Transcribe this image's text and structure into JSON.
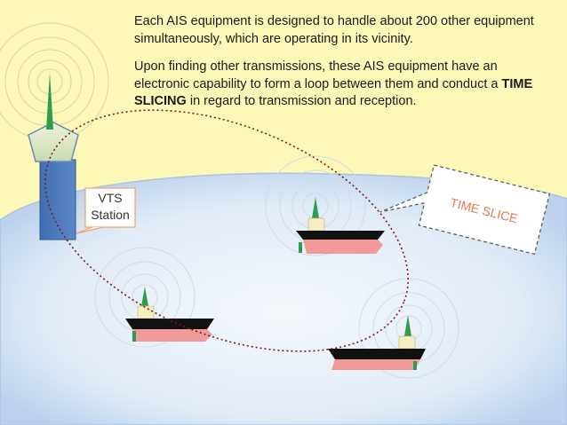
{
  "text": {
    "para1": "Each AIS equipment is designed to handle about 200 other equipment simultaneously, which are operating in its vicinity.",
    "para2_before": "Upon finding other transmissions, these AIS equipment have an electronic capability to form a loop between them and conduct a ",
    "para2_bold": "TIME SLICING",
    "para2_after": " in regard to transmission and reception."
  },
  "callouts": {
    "vts_line1": "VTS",
    "vts_line2": "Station",
    "time_slice": "TIME SLICE"
  },
  "colors": {
    "background": "#fdf7b8",
    "sea": "#dce9f5",
    "sea_edge": "#a9c4e2",
    "tower": "#4f7cbf",
    "ship_hull_top": "#111111",
    "ship_hull_bottom": "#f29999",
    "bridge": "#f6efc4",
    "antenna": "#2e9e4e",
    "loop": "#7a1c1c",
    "time_slice_text": "#e07a55"
  },
  "icons": [
    "vts-tower-icon",
    "antenna-icon",
    "ship-icon",
    "signal-rings-icon"
  ]
}
